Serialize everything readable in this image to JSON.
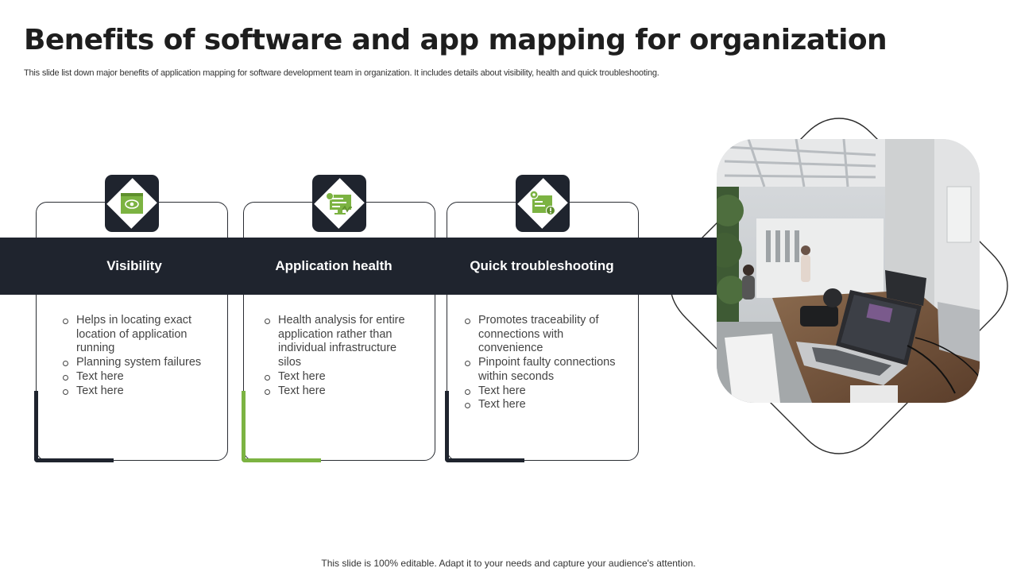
{
  "title": "Benefits of software and app mapping for organization",
  "subtitle": "This slide list down major benefits of application mapping for software development team in organization. It includes details about visibility, health and quick troubleshooting.",
  "colors": {
    "dark": "#1f242e",
    "accent": "#7cb342"
  },
  "cards": [
    {
      "label": "Visibility",
      "icon": "eye-monitor-icon",
      "items": [
        "Helps in locating exact location of application running",
        "Planning system failures",
        "Text here",
        "Text here"
      ]
    },
    {
      "label": "Application health",
      "icon": "health-monitor-icon",
      "items": [
        "Health analysis for entire application rather than individual infrastructure silos",
        "Text here",
        "Text here"
      ]
    },
    {
      "label": "Quick troubleshooting",
      "icon": "gear-alert-icon",
      "items": [
        "Promotes traceability of connections with convenience",
        "Pinpoint faulty connections within seconds",
        "Text here",
        "Text here"
      ]
    }
  ],
  "photo": {
    "icon": "office-laptop-photo"
  },
  "footer": "This slide is 100% editable. Adapt it to your needs and capture your audience's attention."
}
